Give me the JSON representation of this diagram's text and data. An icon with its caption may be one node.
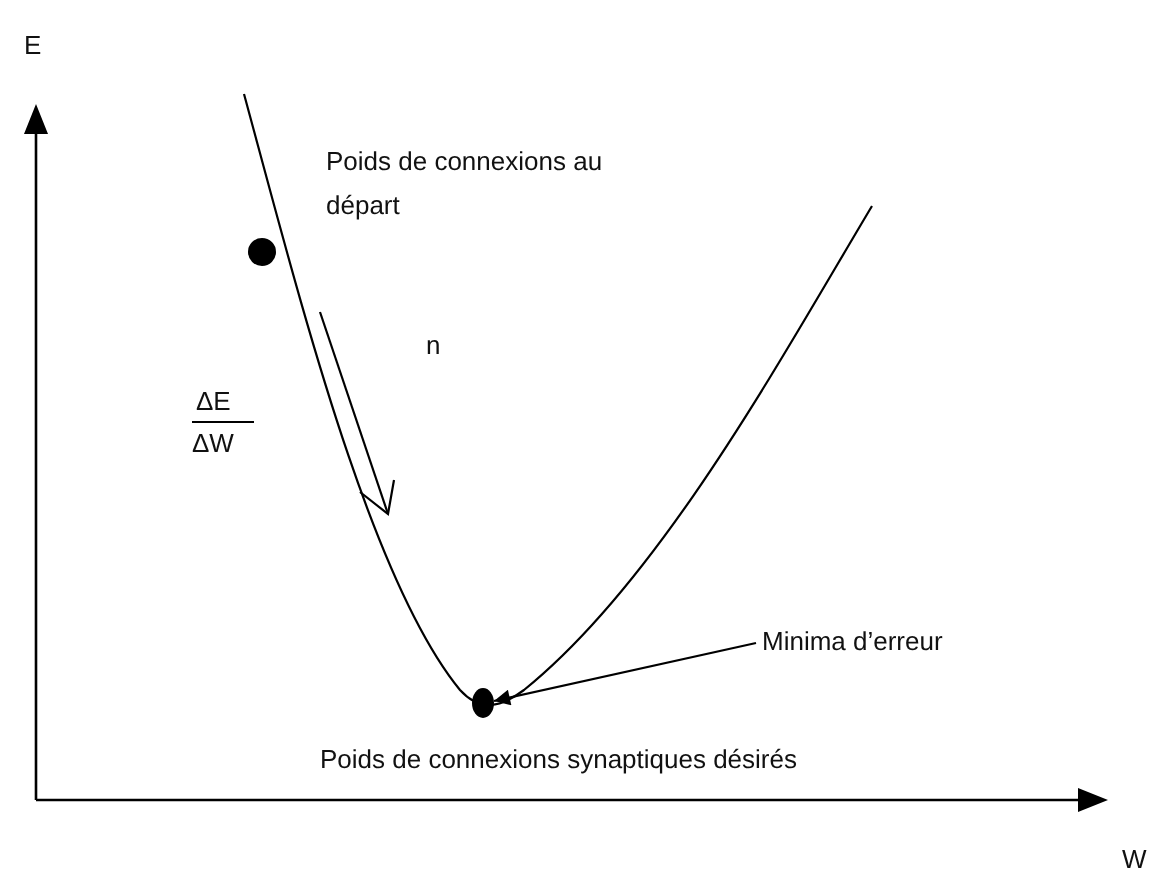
{
  "diagram": {
    "nodes": [
      {
        "text": [
          "Minima d’erreur"
        ]
      },
      {
        "text": [],
        "shape": "circle"
      }
    ],
    "edges": [
      {
        "from": 0,
        "to": 1,
        "arrow": "to"
      }
    ],
    "labels": [
      "E",
      "Poids de connexions au départ",
      "n",
      "ΔE",
      "ΔW",
      "Poids de connexions synaptiques désirés",
      "W"
    ]
  }
}
